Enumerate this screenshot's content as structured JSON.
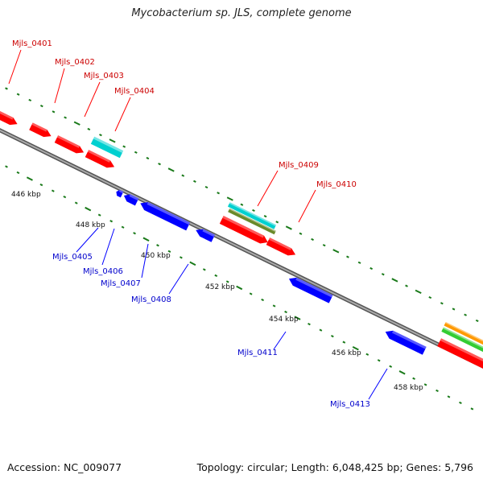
{
  "title": "Mycobacterium sp. JLS, complete genome",
  "footer": {
    "accession": "Accession: NC_009077",
    "summary": "Topology: circular; Length: 6,048,425 bp; Genes: 5,796"
  },
  "colors": {
    "backbone": "#888888",
    "tick_marks": "#1a7a1a",
    "forward_cds": "#ff0000",
    "reverse_cds": "#0000ff",
    "trna": "#00d0d0",
    "rrna": "#6a8a2a",
    "misc_a": "#ff9900",
    "misc_b": "#33cc33",
    "label_forward": "#cc0000",
    "label_reverse": "#0000cc"
  },
  "ticks": [
    {
      "label": "446 kbp"
    },
    {
      "label": "448 kbp"
    },
    {
      "label": "450 kbp"
    },
    {
      "label": "452 kbp"
    },
    {
      "label": "454 kbp"
    },
    {
      "label": "456 kbp"
    },
    {
      "label": "458 kbp"
    }
  ],
  "genes": {
    "forward": [
      {
        "label": "Mjls_0401"
      },
      {
        "label": "Mjls_0402"
      },
      {
        "label": "Mjls_0403"
      },
      {
        "label": "Mjls_0404"
      },
      {
        "label": "Mjls_0409"
      },
      {
        "label": "Mjls_0410"
      }
    ],
    "reverse": [
      {
        "label": "Mjls_0405"
      },
      {
        "label": "Mjls_0406"
      },
      {
        "label": "Mjls_0407"
      },
      {
        "label": "Mjls_0408"
      },
      {
        "label": "Mjls_0411"
      },
      {
        "label": "Mjls_0413"
      }
    ]
  }
}
